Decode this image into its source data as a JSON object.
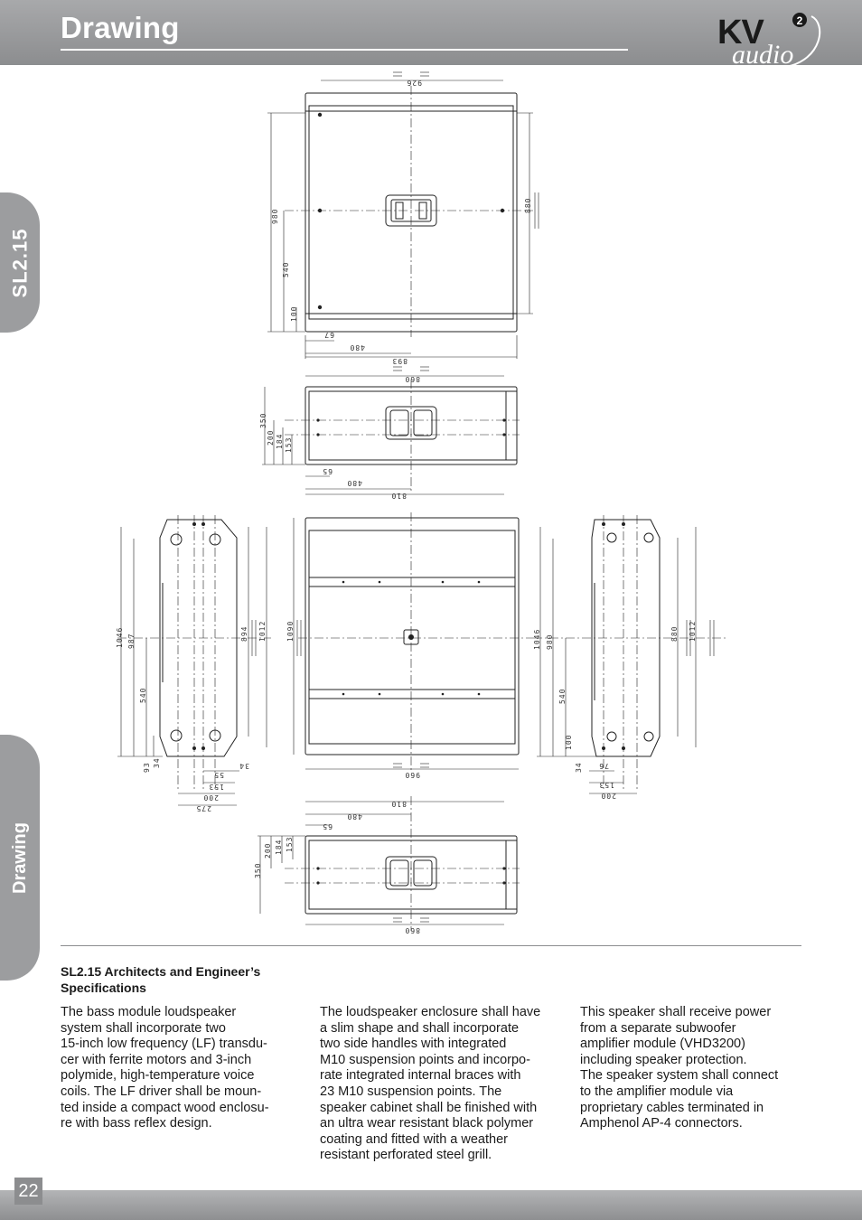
{
  "header": {
    "title": "Drawing"
  },
  "logo": {
    "brand": "KV",
    "sub": "audio",
    "badge": "2"
  },
  "side_tabs": {
    "model": "SL2.15",
    "section": "Drawing"
  },
  "drawing": {
    "front_top": {
      "width_top": "926",
      "height_outer": "980",
      "height_inner": "880",
      "pos_mid": "540",
      "pos_bottom": "100",
      "pos_left": "67",
      "center_w": "480"
    },
    "top_view": {
      "w_outer": "893",
      "w_inner": "860",
      "h_outer": "350",
      "h_mid": "200",
      "h_inner1": "184",
      "h_inner2": "153",
      "left_off": "65",
      "mid_w": "480",
      "bottom_w": "810"
    },
    "front_grill": {
      "height": "1090",
      "width": "960"
    },
    "side_left": {
      "h_total": "1046",
      "h_mid": "987",
      "h_inner": "894",
      "h_inner2": "1012",
      "pos": "540",
      "b1": "93",
      "b2": "34",
      "w1": "55",
      "w2": "34",
      "w3": "153",
      "w4": "200",
      "w5": "275"
    },
    "side_right": {
      "h_total": "1046",
      "h_mid": "980",
      "h_inner": "880",
      "h_inner2": "1012",
      "pos": "540",
      "b1": "100",
      "b2": "34",
      "w1": "76",
      "w2": "153",
      "w3": "200"
    },
    "bottom_view": {
      "w_top": "810",
      "w_mid": "480",
      "left_off": "65",
      "h_outer": "350",
      "h_mid": "200",
      "h_inner1": "184",
      "h_inner2": "153",
      "w_bottom": "860"
    }
  },
  "specs": {
    "heading_line1": "SL2.15 Architects and Engineer’s",
    "heading_line2": "Specifications",
    "col1": [
      "The bass module loudspeaker",
      "system shall incorporate two",
      "15-inch low frequency (LF) transdu-",
      "cer with ferrite motors and 3-inch",
      "polymide, high-temperature voice",
      "coils. The LF driver shall be moun-",
      "ted inside a compact wood enclosu-",
      "re with bass reflex design."
    ],
    "col2": [
      "The loudspeaker enclosure shall have",
      "a slim shape and shall incorporate",
      "two side handles with integrated",
      "M10 suspension points and incorpo-",
      "rate integrated internal braces with",
      "23 M10 suspension points. The",
      "speaker cabinet shall be finished with",
      "an ultra wear resistant black polymer",
      "coating and fitted with a weather",
      "resistant perforated steel grill."
    ],
    "col3": [
      "This speaker shall receive power",
      "from a separate subwoofer",
      "amplifier module (VHD3200)",
      "including speaker protection.",
      "The speaker system shall connect",
      "to the amplifier module via",
      "proprietary cables terminated in",
      "Amphenol AP-4 connectors."
    ]
  },
  "footer": {
    "page_number": "22"
  }
}
